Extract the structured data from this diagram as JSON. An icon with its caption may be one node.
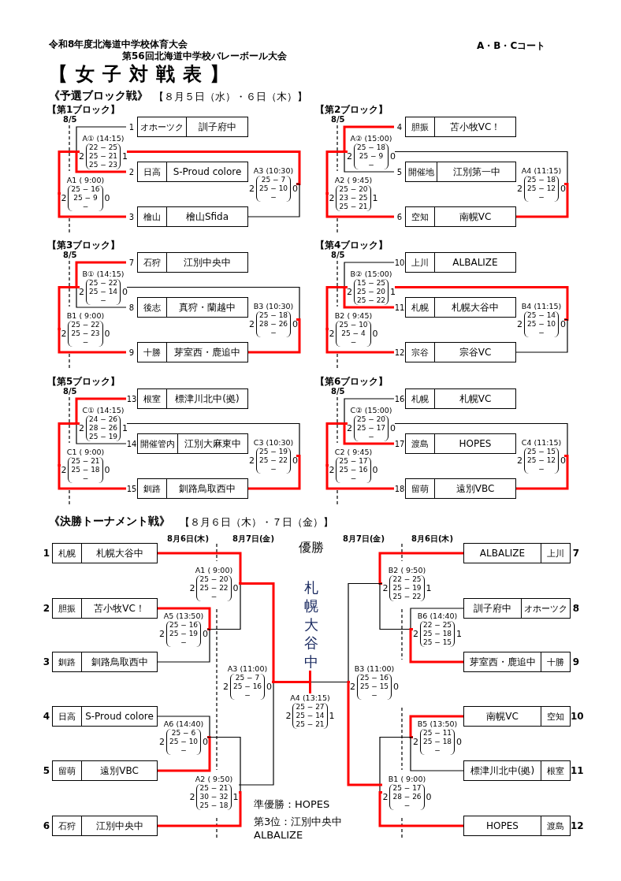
{
  "diagram": {
    "title": "【女子対戦表】",
    "nodes": [
      {
        "text": [
          "【第1ブロック】"
        ]
      },
      {
        "text": [
          "オホーツク",
          "訓子府中"
        ],
        "beside": [
          "1"
        ],
        "in": 0
      },
      {
        "text": [
          "日高",
          "S-Proud colore"
        ],
        "beside": [
          "2"
        ],
        "in": 0
      },
      {
        "text": [
          "檜山",
          "檜山Sfida"
        ],
        "beside": [
          "3"
        ],
        "in": 0
      },
      {
        "text": [
          "A① (14:15)",
          "2",
          "22 − 25",
          "25 − 21",
          "25 − 23",
          "1"
        ],
        "in": 0
      },
      {
        "text": [
          "A1 ( 9:00)",
          "2",
          "25 − 16",
          "25 − 9",
          "−",
          "0"
        ],
        "in": 0
      },
      {
        "text": [
          "A3 (10:30)",
          "2",
          "25 − 7",
          "25 − 10",
          "−",
          "0"
        ],
        "in": 0
      },
      {
        "text": [
          "【第2ブロック】"
        ]
      },
      {
        "text": [
          "胆振",
          "苫小牧VC！"
        ],
        "beside": [
          "4"
        ],
        "in": 7
      },
      {
        "text": [
          "開催地",
          "江別第一中"
        ],
        "beside": [
          "5"
        ],
        "in": 7
      },
      {
        "text": [
          "空知",
          "南幌VC"
        ],
        "beside": [
          "6"
        ],
        "in": 7
      },
      {
        "text": [
          "A② (15:00)",
          "2",
          "25 − 18",
          "25 − 9",
          "−",
          "0"
        ],
        "in": 7
      },
      {
        "text": [
          "A2 ( 9:45)",
          "2",
          "25 − 20",
          "23 − 25",
          "25 − 21",
          "1"
        ],
        "in": 7
      },
      {
        "text": [
          "A4 (11:15)",
          "2",
          "25 − 18",
          "25 − 12",
          "−",
          "0"
        ],
        "in": 7
      },
      {
        "text": [
          "【第3ブロック】"
        ]
      },
      {
        "text": [
          "石狩",
          "江別中央中"
        ],
        "beside": [
          "7"
        ],
        "in": 14
      },
      {
        "text": [
          "後志",
          "真狩・蘭越中"
        ],
        "beside": [
          "8"
        ],
        "in": 14
      },
      {
        "text": [
          "十勝",
          "芽室西・鹿追中"
        ],
        "beside": [
          "9"
        ],
        "in": 14
      },
      {
        "text": [
          "B① (14:15)",
          "2",
          "25 − 22",
          "25 − 14",
          "−",
          "0"
        ],
        "in": 14
      },
      {
        "text": [
          "B1 ( 9:00)",
          "2",
          "25 − 22",
          "25 − 23",
          "−",
          "0"
        ],
        "in": 14
      },
      {
        "text": [
          "B3 (10:30)",
          "2",
          "25 − 18",
          "28 − 26",
          "−",
          "0"
        ],
        "in": 14
      },
      {
        "text": [
          "【第4ブロック】"
        ]
      },
      {
        "text": [
          "上川",
          "ALBALIZE"
        ],
        "beside": [
          "10"
        ],
        "in": 21
      },
      {
        "text": [
          "札幌",
          "札幌大谷中"
        ],
        "beside": [
          "11"
        ],
        "in": 21
      },
      {
        "text": [
          "宗谷",
          "宗谷VC"
        ],
        "beside": [
          "12"
        ],
        "in": 21
      },
      {
        "text": [
          "B② (15:00)",
          "2",
          "15 − 25",
          "25 − 20",
          "25 − 22",
          "1"
        ],
        "in": 21
      },
      {
        "text": [
          "B2 ( 9:45)",
          "2",
          "25 − 10",
          "25 − 4",
          "−",
          "0"
        ],
        "in": 21
      },
      {
        "text": [
          "B4 (11:15)",
          "2",
          "25 − 14",
          "25 − 10",
          "−",
          "0"
        ],
        "in": 21
      },
      {
        "text": [
          "【第5ブロック】"
        ]
      },
      {
        "text": [
          "根室",
          "標津川北中(拠)"
        ],
        "beside": [
          "13"
        ],
        "in": 28
      },
      {
        "text": [
          "開催管内",
          "江別大麻東中"
        ],
        "beside": [
          "14"
        ],
        "in": 28
      },
      {
        "text": [
          "釧路",
          "釧路鳥取西中"
        ],
        "beside": [
          "15"
        ],
        "in": 28
      },
      {
        "text": [
          "C① (14:15)",
          "2",
          "24 − 26",
          "28 − 26",
          "25 − 19",
          "1"
        ],
        "in": 28
      },
      {
        "text": [
          "C1 ( 9:00)",
          "2",
          "25 − 21",
          "25 − 18",
          "−",
          "0"
        ],
        "in": 28
      },
      {
        "text": [
          "C3 (10:30)",
          "2",
          "25 − 19",
          "25 − 22",
          "−",
          "0"
        ],
        "in": 28
      },
      {
        "text": [
          "【第6ブロック】"
        ]
      },
      {
        "text": [
          "札幌",
          "札幌VC"
        ],
        "beside": [
          "16"
        ],
        "in": 35
      },
      {
        "text": [
          "渡島",
          "HOPES"
        ],
        "beside": [
          "17"
        ],
        "in": 35
      },
      {
        "text": [
          "留萌",
          "遠別VBC"
        ],
        "beside": [
          "18"
        ],
        "in": 35
      },
      {
        "text": [
          "C② (15:00)",
          "2",
          "25 − 20",
          "25 − 17",
          "−",
          "0"
        ],
        "in": 35
      },
      {
        "text": [
          "C2 ( 9:45)",
          "2",
          "25 − 17",
          "25 − 16",
          "−",
          "0"
        ],
        "in": 35
      },
      {
        "text": [
          "C4 (11:15)",
          "2",
          "25 − 15",
          "25 − 12",
          "−",
          "0"
        ],
        "in": 35
      },
      {
        "text": [
          "札幌",
          "札幌大谷中"
        ],
        "beside": [
          "1"
        ]
      },
      {
        "text": [
          "胆振",
          "苫小牧VC！"
        ],
        "beside": [
          "2"
        ]
      },
      {
        "text": [
          "釧路",
          "釧路鳥取西中"
        ],
        "beside": [
          "3"
        ]
      },
      {
        "text": [
          "日高",
          "S-Proud colore"
        ],
        "beside": [
          "4"
        ]
      },
      {
        "text": [
          "留萌",
          "遠別VBC"
        ],
        "beside": [
          "5"
        ]
      },
      {
        "text": [
          "石狩",
          "江別中央中"
        ],
        "beside": [
          "6"
        ]
      },
      {
        "text": [
          "ALBALIZE",
          "上川"
        ],
        "beside": [
          "7"
        ]
      },
      {
        "text": [
          "訓子府中",
          "オホーツク"
        ],
        "beside": [
          "8"
        ]
      },
      {
        "text": [
          "芽室西・鹿追中",
          "十勝"
        ],
        "beside": [
          "9"
        ]
      },
      {
        "text": [
          "南幌VC",
          "空知"
        ],
        "beside": [
          "10"
        ]
      },
      {
        "text": [
          "標津川北中(拠)",
          "根室"
        ],
        "beside": [
          "11"
        ]
      },
      {
        "text": [
          "HOPES",
          "渡島"
        ],
        "beside": [
          "12"
        ]
      },
      {
        "text": [
          "A1 ( 9:00)",
          "2",
          "25 − 20",
          "25 − 22",
          "−",
          "0"
        ]
      },
      {
        "text": [
          "A5 (13:50)",
          "2",
          "25 − 16",
          "25 − 19",
          "−",
          "0"
        ]
      },
      {
        "text": [
          "A6 (14:40)",
          "2",
          "25 − 6",
          "25 − 10",
          "−",
          "0"
        ]
      },
      {
        "text": [
          "A2 ( 9:50)",
          "2",
          "25 − 21",
          "30 − 32",
          "25 − 18",
          "1"
        ]
      },
      {
        "text": [
          "A3 (11:00)",
          "2",
          "25 − 7",
          "25 − 16",
          "−",
          "0"
        ]
      },
      {
        "text": [
          "A4 (13:15)",
          "2",
          "25 − 27",
          "25 − 14",
          "25 − 21",
          "1"
        ]
      },
      {
        "text": [
          "B2 ( 9:50)",
          "2",
          "22 − 25",
          "25 − 19",
          "25 − 22",
          "1"
        ]
      },
      {
        "text": [
          "B6 (14:40)",
          "2",
          "22 − 25",
          "25 − 18",
          "25 − 15",
          "1"
        ]
      },
      {
        "text": [
          "B5 (13:50)",
          "2",
          "25 − 11",
          "25 − 18",
          "−",
          "0"
        ]
      },
      {
        "text": [
          "B1 ( 9:00)",
          "2",
          "25 − 17",
          "28 − 26",
          "−",
          "0"
        ]
      },
      {
        "text": [
          "B3 (11:00)",
          "2",
          "25 − 16",
          "25 − 15",
          "−",
          "0"
        ]
      },
      {
        "text": [
          "優勝",
          "札幌大谷中"
        ]
      }
    ],
    "edges": [
      {
        "from": 1,
        "to": 4,
        "arrow": "none",
        "color": "#000000"
      },
      {
        "from": 2,
        "to": 4,
        "arrow": "none"
      },
      {
        "from": 4,
        "to": 5,
        "arrow": "none"
      },
      {
        "from": 3,
        "to": 5,
        "arrow": "none"
      },
      {
        "from": 4,
        "to": 6,
        "arrow": "none"
      },
      {
        "from": 3,
        "to": 6,
        "arrow": "none",
        "color": "#000000"
      },
      {
        "from": 8,
        "to": 11,
        "arrow": "none"
      },
      {
        "from": 9,
        "to": 11,
        "arrow": "none",
        "color": "#000000"
      },
      {
        "from": 11,
        "to": 12,
        "arrow": "none"
      },
      {
        "from": 10,
        "to": 12,
        "arrow": "none"
      },
      {
        "from": 11,
        "to": 13,
        "arrow": "none",
        "color": "#000000"
      },
      {
        "from": 10,
        "to": 13,
        "arrow": "none"
      },
      {
        "from": 15,
        "to": 18,
        "arrow": "none"
      },
      {
        "from": 16,
        "to": 18,
        "arrow": "none",
        "color": "#000000"
      },
      {
        "from": 18,
        "to": 19,
        "arrow": "none"
      },
      {
        "from": 17,
        "to": 19,
        "arrow": "none"
      },
      {
        "from": 18,
        "to": 20,
        "arrow": "none",
        "color": "#000000"
      },
      {
        "from": 17,
        "to": 20,
        "arrow": "none"
      },
      {
        "from": 22,
        "to": 25,
        "arrow": "none",
        "color": "#000000"
      },
      {
        "from": 23,
        "to": 25,
        "arrow": "none"
      },
      {
        "from": 25,
        "to": 26,
        "arrow": "none"
      },
      {
        "from": 24,
        "to": 26,
        "arrow": "none"
      },
      {
        "from": 25,
        "to": 27,
        "arrow": "none"
      },
      {
        "from": 24,
        "to": 27,
        "arrow": "none",
        "color": "#000000"
      },
      {
        "from": 29,
        "to": 32,
        "arrow": "none"
      },
      {
        "from": 30,
        "to": 32,
        "arrow": "none",
        "color": "#000000"
      },
      {
        "from": 32,
        "to": 33,
        "arrow": "none"
      },
      {
        "from": 31,
        "to": 33,
        "arrow": "none"
      },
      {
        "from": 32,
        "to": 34,
        "arrow": "none",
        "color": "#000000"
      },
      {
        "from": 31,
        "to": 34,
        "arrow": "none"
      },
      {
        "from": 36,
        "to": 39,
        "arrow": "none",
        "color": "#000000"
      },
      {
        "from": 37,
        "to": 39,
        "arrow": "none"
      },
      {
        "from": 39,
        "to": 40,
        "arrow": "none"
      },
      {
        "from": 38,
        "to": 40,
        "arrow": "none"
      },
      {
        "from": 39,
        "to": 41,
        "arrow": "none",
        "color": "#000000"
      },
      {
        "from": 38,
        "to": 41,
        "arrow": "none"
      },
      {
        "from": 42,
        "to": 54,
        "arrow": "none"
      },
      {
        "from": 55,
        "to": 54,
        "arrow": "none",
        "color": "#000000"
      },
      {
        "from": 43,
        "to": 55,
        "arrow": "none"
      },
      {
        "from": 44,
        "to": 55,
        "arrow": "none",
        "color": "#000000"
      },
      {
        "from": 45,
        "to": 56,
        "arrow": "none",
        "color": "#000000"
      },
      {
        "from": 46,
        "to": 56,
        "arrow": "none"
      },
      {
        "from": 56,
        "to": 57,
        "arrow": "none",
        "color": "#000000"
      },
      {
        "from": 47,
        "to": 57,
        "arrow": "none"
      },
      {
        "from": 54,
        "to": 58,
        "arrow": "none"
      },
      {
        "from": 57,
        "to": 58,
        "arrow": "none",
        "color": "#000000"
      },
      {
        "from": 58,
        "to": 59,
        "arrow": "none"
      },
      {
        "from": 64,
        "to": 59,
        "arrow": "none",
        "color": "#000000"
      },
      {
        "from": 59,
        "to": 65,
        "arrow": "none"
      },
      {
        "from": 48,
        "to": 60,
        "arrow": "none"
      },
      {
        "from": 61,
        "to": 60,
        "arrow": "none",
        "color": "#000000"
      },
      {
        "from": 49,
        "to": 61,
        "arrow": "none",
        "color": "#000000"
      },
      {
        "from": 50,
        "to": 61,
        "arrow": "none"
      },
      {
        "from": 51,
        "to": 62,
        "arrow": "none"
      },
      {
        "from": 52,
        "to": 62,
        "arrow": "none",
        "color": "#000000"
      },
      {
        "from": 62,
        "to": 63,
        "arrow": "none",
        "color": "#000000"
      },
      {
        "from": 53,
        "to": 63,
        "arrow": "none"
      },
      {
        "from": 60,
        "to": 64,
        "arrow": "none",
        "color": "#000000"
      },
      {
        "from": 63,
        "to": 64,
        "arrow": "none"
      }
    ],
    "labels": [
      "令和8年度北海道中学校体育大会",
      "A・B・Cコート",
      "第56回北海道中学校バレーボール大会",
      "《予選ブロック戦》",
      "【８月５日（水）・６日（木）】",
      "8/5",
      "8/5",
      "8/5",
      "8/5",
      "8/5",
      "8/5",
      "《決勝トーナメント戦》",
      "【８月６日（木）・７日（金）】",
      "8月6日(木)",
      "8月7日(金)",
      "8月7日(金)",
      "8月6日(木)",
      "準優勝：HOPES",
      "第3位：江別中央中 ALBALIZE"
    ]
  }
}
